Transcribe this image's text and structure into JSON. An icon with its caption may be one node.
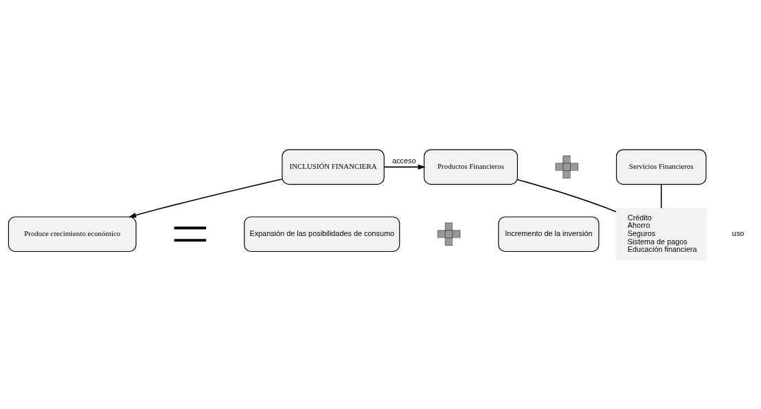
{
  "diagram": {
    "nodes": [
      {
        "text": [
          "INCLUSIÓN FINANCIERA"
        ]
      },
      {
        "text": [
          "Productos Financieros"
        ]
      },
      {
        "text": [],
        "shape": "plus"
      },
      {
        "text": [
          "Servicios Financieros"
        ]
      },
      {
        "text": [
          "Crédito",
          "Ahorro",
          "Seguros",
          "Sistema de pagos",
          "Educación financiera"
        ]
      },
      {
        "text": [
          "Produce crecimiento económico"
        ]
      },
      {
        "text": [],
        "shape": "equals"
      },
      {
        "text": [
          "Expansión de las posibilidades de consumo"
        ]
      },
      {
        "text": [],
        "shape": "plus"
      },
      {
        "text": [
          "Incremento de la inversión"
        ]
      }
    ],
    "edges": [
      {
        "from": 0,
        "to": 1,
        "arrow": "to",
        "label": "acceso"
      },
      {
        "from": 1,
        "to": 4,
        "arrow": "none"
      },
      {
        "from": 3,
        "to": 4,
        "arrow": "none"
      },
      {
        "from": 0,
        "to": 5,
        "arrow": "to"
      }
    ],
    "labels": [
      "uso"
    ]
  }
}
